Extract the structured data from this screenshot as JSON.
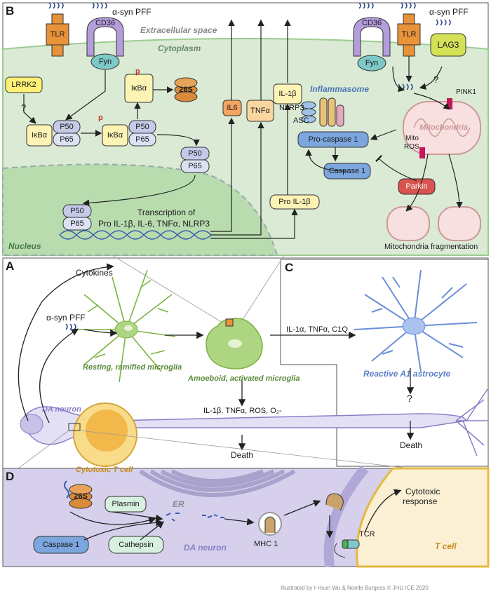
{
  "panel_b": {
    "letter": "B",
    "extracellular_label": "Extracellular space",
    "cytoplasm_label": "Cytoplasm",
    "nucleus_label": "Nucleus",
    "asyn_pff_left": "α-syn PFF",
    "asyn_pff_right": "α-syn PFF",
    "tlr_left": "TLR",
    "tlr_right": "TLR",
    "cd36_left": "CD36",
    "cd36_right": "CD36",
    "fyn_left": "Fyn",
    "fyn_right": "Fyn",
    "lag3": "LAG3",
    "lrrk2": "LRRK2",
    "question": "?",
    "question_right": "?",
    "ikba_1": "IκBα",
    "ikba_2": "IκBα",
    "ikba_3": "IκBα",
    "p50_1": "P50",
    "p65_1": "P65",
    "p50_2": "P50",
    "p65_2": "P65",
    "p50_3": "P50",
    "p65_3": "P65",
    "p50_4": "P50",
    "p65_4": "P65",
    "phospho_1": "p",
    "phospho_2": "p",
    "proteasome_top": "26S",
    "il6": "IL6",
    "tnfa": "TNFα",
    "il1b": "IL-1β",
    "pro_il1b": "Pro IL-1β",
    "transcription_line1": "Transcription of",
    "transcription_line2": "Pro IL-1β, IL-6, TNFα, NLRP3",
    "inflammasome": "Inflammasome",
    "nlrp3": "NLRP3",
    "asc": "ASC",
    "pro_caspase": "Pro-caspase 1",
    "caspase1": "Caspase 1",
    "parkin": "Parkin",
    "pink1": "PINK1",
    "mitochondria": "Mitochondria",
    "mito_ros_1": "Mito",
    "mito_ros_2": "ROS",
    "mito_frag": "Mitochondria fragmentation"
  },
  "panel_a": {
    "letter": "A",
    "cytokines": "Cytokines",
    "asyn_pff": "α-syn PFF",
    "resting": "Resting, ramified microglia",
    "amoeboid": "Amoeboid, activated microglia",
    "il1a_line": "IL-1α, TNFα, C1Q",
    "il1b_line": "IL-1β, TNFα, ROS, O₂-",
    "death": "Death",
    "da_neuron": "DA neuron",
    "tcell": "Cytotoxic T cell"
  },
  "panel_c": {
    "letter": "C",
    "reactive": "Reactive A1 astrocyte",
    "question": "?",
    "death": "Death"
  },
  "panel_d": {
    "letter": "D",
    "proteasome": "26S",
    "plasmin": "Plasmin",
    "caspase1": "Caspase 1",
    "cathepsin": "Cathepsin",
    "er": "ER",
    "da_neuron": "DA neuron",
    "mhc1": "MHC 1",
    "tcr": "TCR",
    "cytotoxic_1": "Cytotoxic",
    "cytotoxic_2": "response",
    "tcell": "T cell"
  },
  "credit": "Illustrated by I-Hsun Wu & Noelle Burgess © JHU ICE 2020",
  "colors": {
    "cytoplasm": "#d9ead3",
    "nucleus": "#b7dbb0",
    "tlr": "#e8923a",
    "cd36": "#b39ddb",
    "fyn": "#7ec8c8",
    "lag3": "#d4e157",
    "lrrk2": "#fff176",
    "ikba": "#fdf3b5",
    "p50": "#c5cae9",
    "il6": "#f4a460",
    "tnfa": "#fad7a0",
    "caspase": "#7ba6de",
    "parkin": "#d9534f",
    "microglia": "#8bc34a",
    "astrocyte": "#6a8fd8",
    "neuron": "#c7c3e8",
    "tcell": "#f6d07a",
    "panel_d_bg": "#d6d0ec"
  }
}
